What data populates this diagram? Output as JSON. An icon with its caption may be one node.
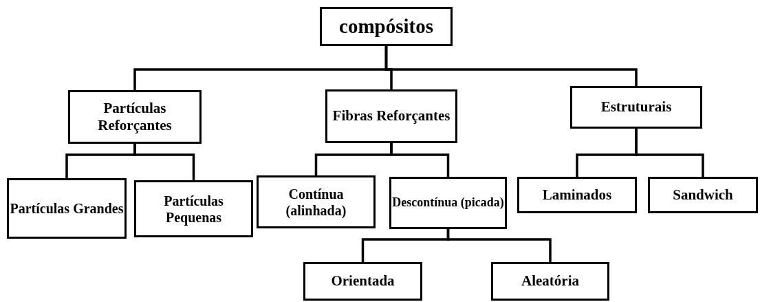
{
  "diagram": {
    "nodes": [
      {
        "text": [
          "compósitos"
        ]
      },
      {
        "text": [
          "Partículas Reforçantes"
        ]
      },
      {
        "text": [
          "Fibras Reforçantes"
        ]
      },
      {
        "text": [
          "Estruturais"
        ]
      },
      {
        "text": [
          "Partículas Grandes"
        ]
      },
      {
        "text": [
          "Partículas Pequenas"
        ]
      },
      {
        "text": [
          "Contínua (alinhada)"
        ]
      },
      {
        "text": [
          "Descontínua (picada)"
        ]
      },
      {
        "text": [
          "Laminados"
        ]
      },
      {
        "text": [
          "Sandwich"
        ]
      },
      {
        "text": [
          "Orientada"
        ]
      },
      {
        "text": [
          "Aleatória"
        ]
      }
    ],
    "edges": [
      {
        "from": 0,
        "to": 1,
        "arrow": "none"
      },
      {
        "from": 0,
        "to": 2,
        "arrow": "none"
      },
      {
        "from": 0,
        "to": 3,
        "arrow": "none"
      },
      {
        "from": 1,
        "to": 4,
        "arrow": "none"
      },
      {
        "from": 1,
        "to": 5,
        "arrow": "none"
      },
      {
        "from": 2,
        "to": 6,
        "arrow": "none"
      },
      {
        "from": 2,
        "to": 7,
        "arrow": "none"
      },
      {
        "from": 3,
        "to": 8,
        "arrow": "none"
      },
      {
        "from": 3,
        "to": 9,
        "arrow": "none"
      },
      {
        "from": 7,
        "to": 10,
        "arrow": "none"
      },
      {
        "from": 7,
        "to": 11,
        "arrow": "none"
      }
    ]
  }
}
